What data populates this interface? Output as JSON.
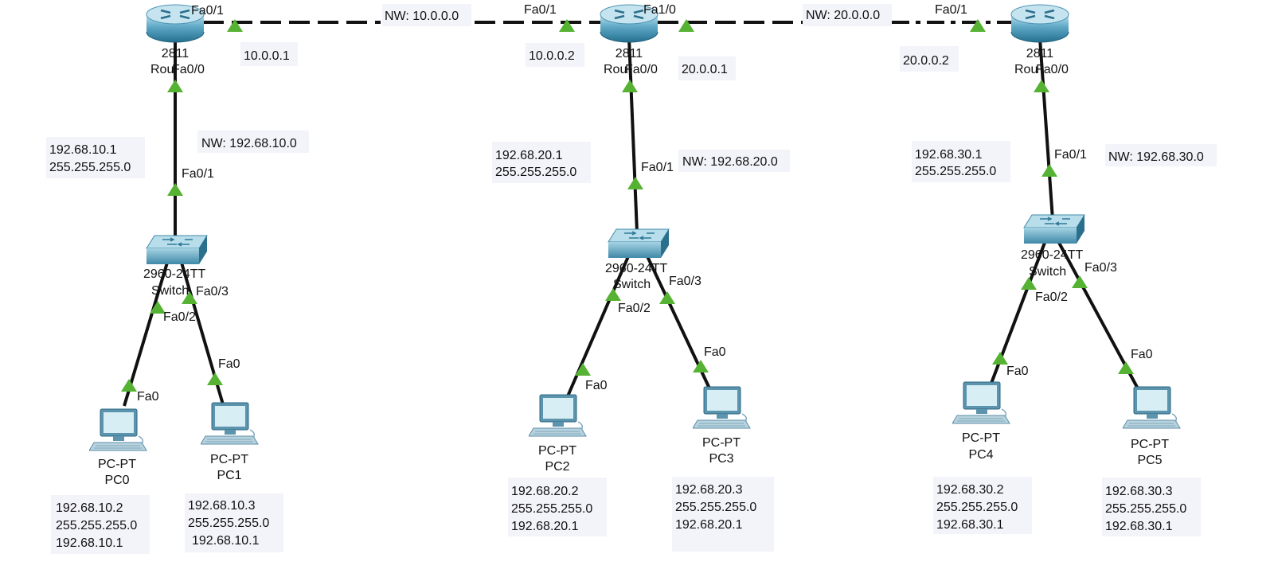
{
  "devices": {
    "routers": [
      {
        "model": "2811",
        "name": "Rou"
      },
      {
        "model": "2811",
        "name": "Rou"
      },
      {
        "model": "2811",
        "name": "Rou"
      }
    ],
    "switches": [
      {
        "model": "2960-24TT",
        "name": "Switch"
      },
      {
        "model": "2960-24TT",
        "name": "Switch"
      },
      {
        "model": "2960-24TT",
        "name": "Switch"
      }
    ],
    "pcs": [
      {
        "model": "PC-PT",
        "name": "PC0",
        "ip": "192.68.10.2",
        "mask": "255.255.255.0",
        "gateway": "192.68.10.1"
      },
      {
        "model": "PC-PT",
        "name": "PC1",
        "ip": "192.68.10.3",
        "mask": "255.255.255.0",
        "gateway": "192.68.10.1"
      },
      {
        "model": "PC-PT",
        "name": "PC2",
        "ip": "192.68.20.2",
        "mask": "255.255.255.0",
        "gateway": "192.68.20.1"
      },
      {
        "model": "PC-PT",
        "name": "PC3",
        "ip": "192.68.20.3",
        "mask": "255.255.255.0",
        "gateway": "192.68.20.1"
      },
      {
        "model": "PC-PT",
        "name": "PC4",
        "ip": "192.68.30.2",
        "mask": "255.255.255.0",
        "gateway": "192.68.30.1"
      },
      {
        "model": "PC-PT",
        "name": "PC5",
        "ip": "192.68.30.3",
        "mask": "255.255.255.0",
        "gateway": "192.68.30.1"
      }
    ]
  },
  "networks": {
    "wan1": "NW: 10.0.0.0",
    "wan2": "NW: 20.0.0.0",
    "lan1": "NW: 192.68.10.0",
    "lan2": "NW: 192.68.20.0",
    "lan3": "NW: 192.68.30.0"
  },
  "router_ips": {
    "r1_wan": "10.0.0.1",
    "r2_wan1": "10.0.0.2",
    "r2_wan2": "20.0.0.1",
    "r3_wan": "20.0.0.2",
    "r1_lan_ip": "192.68.10.1",
    "r1_lan_mask": "255.255.255.0",
    "r2_lan_ip": "192.68.20.1",
    "r2_lan_mask": "255.255.255.0",
    "r3_lan_ip": "192.68.30.1",
    "r3_lan_mask": "255.255.255.0"
  },
  "ports": {
    "r1_wan": "Fa0/1",
    "r1_lan": "Fa0/0",
    "r2_wan1": "Fa0/1",
    "r2_wan2": "Fa1/0",
    "r2_lan": "Fa0/0",
    "r3_wan": "Fa0/1",
    "r3_lan": "Fa0/0",
    "sw1_up": "Fa0/1",
    "sw1_p2": "Fa0/2",
    "sw1_p3": "Fa0/3",
    "sw2_up": "Fa0/1",
    "sw2_p2": "Fa0/2",
    "sw2_p3": "Fa0/3",
    "sw3_up": "Fa0/1",
    "sw3_p2": "Fa0/2",
    "sw3_p3": "Fa0/3",
    "pc_port": "Fa0"
  },
  "colors": {
    "link_up": "#56b233",
    "device_blue": "#2b7f9e",
    "label_box": "#f3f3fa"
  }
}
